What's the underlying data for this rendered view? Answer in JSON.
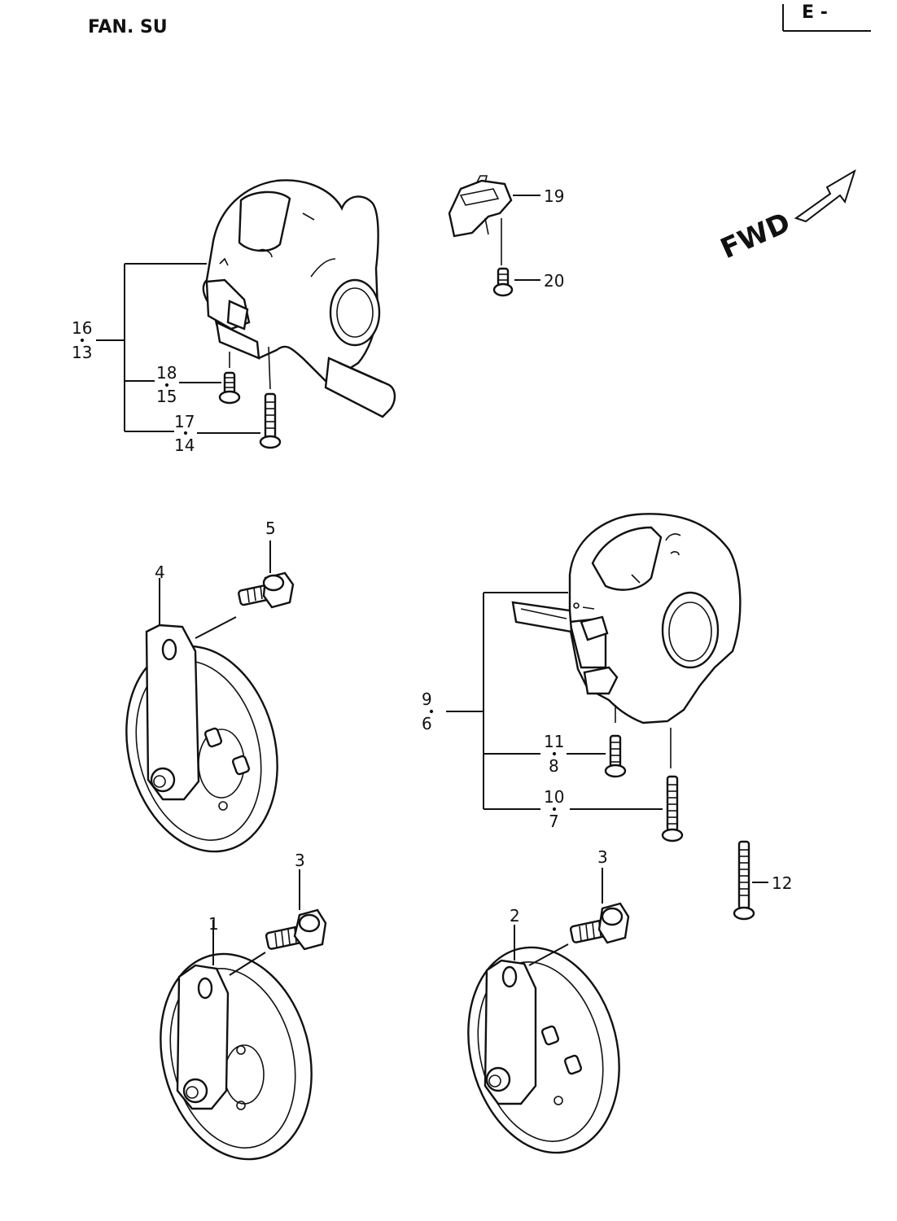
{
  "header": {
    "title": "FAN. SU",
    "page_tab": "E -"
  },
  "direction": {
    "label": "FWD"
  },
  "callouts": {
    "p1": "1",
    "p2": "2",
    "p3a": "3",
    "p3b": "3",
    "p4": "4",
    "p5": "5",
    "p6": "6",
    "p7": "7",
    "p8": "8",
    "p9": "9",
    "p10": "10",
    "p11": "11",
    "p12": "12",
    "p13": "13",
    "p14": "14",
    "p15": "15",
    "p16": "16",
    "p17": "17",
    "p18": "18",
    "p19": "19",
    "p20": "20"
  }
}
